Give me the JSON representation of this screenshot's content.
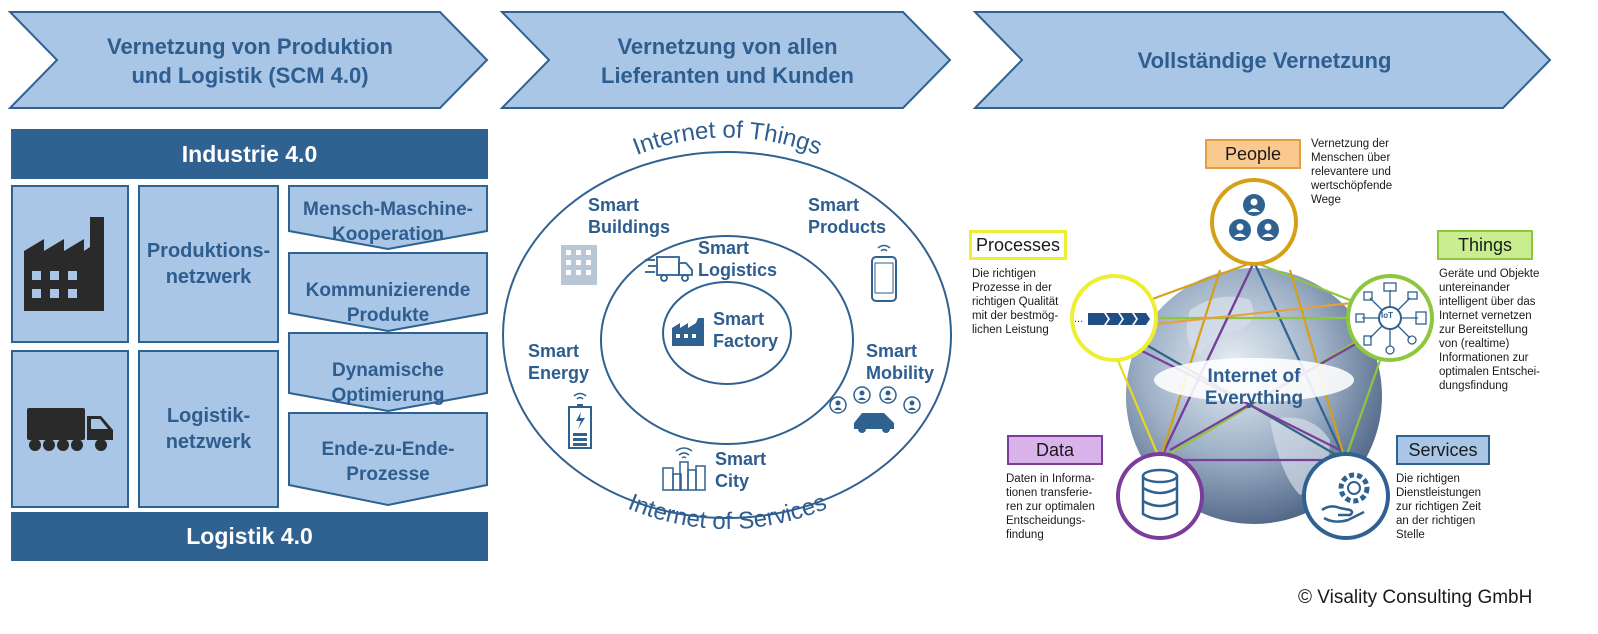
{
  "chevrons": [
    {
      "line1": "Vernetzung von Produktion",
      "line2": "und Logistik (SCM 4.0)"
    },
    {
      "line1": "Vernetzung von allen",
      "line2": "Lieferanten und Kunden"
    },
    {
      "line1": "Vollständige Vernetzung"
    }
  ],
  "left": {
    "top_bar": "Industrie 4.0",
    "bottom_bar": "Logistik 4.0",
    "network_production": {
      "line1": "Produktions-",
      "line2": "netzwerk"
    },
    "network_logistics": {
      "line1": "Logistik-",
      "line2": "netzwerk"
    },
    "features": [
      {
        "line1": "Mensch-Maschine-",
        "line2": "Kooperation"
      },
      {
        "line1": "Kommunizierende",
        "line2": "Produkte"
      },
      {
        "line1": "Dynamische",
        "line2": "Optimierung"
      },
      {
        "line1": "Ende-zu-Ende-",
        "line2": "Prozesse"
      }
    ],
    "icons": [
      "factory-icon",
      "truck-icon"
    ]
  },
  "middle": {
    "arc_top": "Internet of Things",
    "arc_bottom": "Internet of Services",
    "smart_buildings": {
      "line1": "Smart",
      "line2": "Buildings"
    },
    "smart_products": {
      "line1": "Smart",
      "line2": "Products"
    },
    "smart_logistics": {
      "line1": "Smart",
      "line2": "Logistics"
    },
    "smart_factory": {
      "line1": "Smart",
      "line2": "Factory"
    },
    "smart_energy": {
      "line1": "Smart",
      "line2": "Energy"
    },
    "smart_mobility": {
      "line1": "Smart",
      "line2": "Mobility"
    },
    "smart_city": {
      "line1": "Smart",
      "line2": "City"
    }
  },
  "right": {
    "center_label": "Internet of Everything",
    "people": {
      "label": "People",
      "color": "#f9c98f",
      "desc": [
        "Vernetzung der",
        "Menschen über",
        "relevantere und",
        "wertschöpfende",
        "Wege"
      ]
    },
    "processes": {
      "label": "Processes",
      "color": "#ffff99",
      "desc": [
        "Die richtigen",
        "Prozesse in der",
        "richtigen Qualität",
        "mit der bestmög-",
        "lichen Leistung"
      ]
    },
    "things": {
      "label": "Things",
      "color": "#c9ee8f",
      "desc": [
        "Geräte und Objekte",
        "untereinander",
        "intelligent über das",
        "Internet vernetzen",
        "zur Bereitstellung",
        "von (realtime)",
        "Informationen zur",
        "optimalen Entschei-",
        "dungsfindung"
      ]
    },
    "data": {
      "label": "Data",
      "color": "#d9b3ea",
      "desc": [
        "Daten in Informa-",
        "tionen transferie-",
        "ren zur optimalen",
        "Entscheidungs-",
        "findung"
      ]
    },
    "services": {
      "label": "Services",
      "color": "#a9c6e6",
      "desc": [
        "Die richtigen",
        "Dienstleistungen",
        "zur richtigen Zeit",
        "an der richtigen",
        "Stelle"
      ]
    },
    "iot_label": "IoT",
    "process_dots": "..."
  },
  "copyright": "© Visality Consulting GmbH"
}
